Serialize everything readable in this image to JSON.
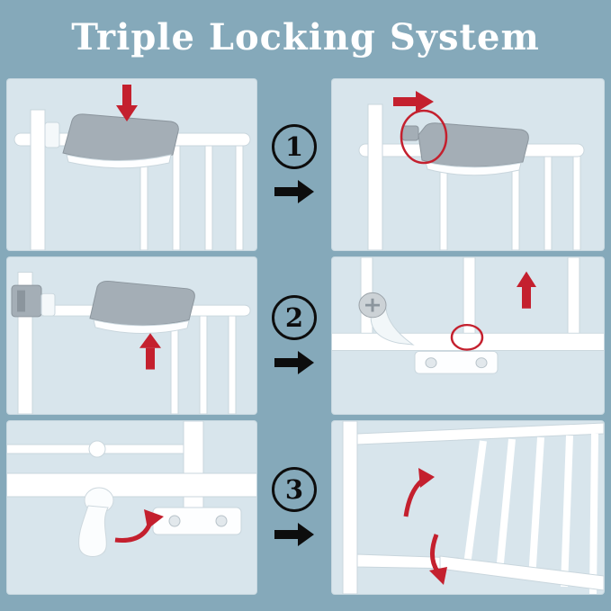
{
  "title": "Triple Locking System",
  "colors": {
    "background": "#85a9ba",
    "panel_background": "#d8e5ec",
    "gate_white": "#ffffff",
    "handle_gray": "#a4aeb6",
    "action_arrow_red": "#c4202e",
    "step_black": "#0d0d0d",
    "title_white": "#ffffff"
  },
  "steps": [
    {
      "number": "1",
      "arrow_icon": "black-right-arrow-icon"
    },
    {
      "number": "2",
      "arrow_icon": "black-right-arrow-icon"
    },
    {
      "number": "3",
      "arrow_icon": "black-right-arrow-icon"
    }
  ],
  "panels": [
    {
      "icon": "gate-handle-press-down-illustration"
    },
    {
      "icon": "gate-handle-slide-right-illustration"
    },
    {
      "icon": "gate-handle-lift-up-illustration"
    },
    {
      "icon": "gate-bottom-latch-lift-illustration"
    },
    {
      "icon": "gate-floor-lock-knob-turn-illustration"
    },
    {
      "icon": "gate-swings-open-illustration"
    }
  ]
}
